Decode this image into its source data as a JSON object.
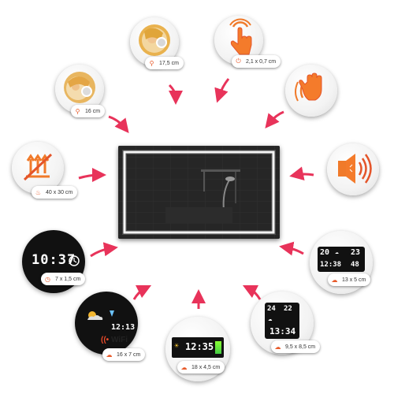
{
  "features": {
    "magnifier_large": {
      "dimension": "17,5 cm",
      "icon": "magnifier-icon"
    },
    "touch_switch": {
      "dimension": "2,1 x 0,7 cm",
      "icon": "power-icon"
    },
    "magnifier_small": {
      "dimension": "16 cm",
      "icon": "magnifier-icon"
    },
    "gesture_sensor": {
      "icon": "hand-wave-icon"
    },
    "antifog": {
      "dimension": "40 x 30 cm",
      "icon": "heat-icon"
    },
    "speaker": {
      "icon": "speaker-icon"
    },
    "clock_small": {
      "dimension": "7 x 1,5 cm",
      "icon": "clock-icon",
      "display": "10:37"
    },
    "weather_station_a": {
      "dimension": "13 x 5 cm",
      "icon": "weather-icon",
      "display_line1": "20",
      "display_line2": "23",
      "display_line3": "12:38",
      "display_line4": "48"
    },
    "weather_wifi": {
      "dimension": "16 x 7 cm",
      "icon": "weather-icon",
      "wifi_label": "WiFi",
      "display": "12:13"
    },
    "clock_wide": {
      "dimension": "18 x 4,5 cm",
      "icon": "weather-icon",
      "display": "12:35"
    },
    "weather_station_b": {
      "dimension": "9,5 x 8,5 cm",
      "icon": "weather-icon",
      "display_line1": "24",
      "display_line2": "22",
      "display_line3": "13:34"
    }
  },
  "colors": {
    "accent": "#e84a2a",
    "arrow": "#e8335a",
    "led": "#ffffff",
    "mirror": "#1d1d1d"
  }
}
